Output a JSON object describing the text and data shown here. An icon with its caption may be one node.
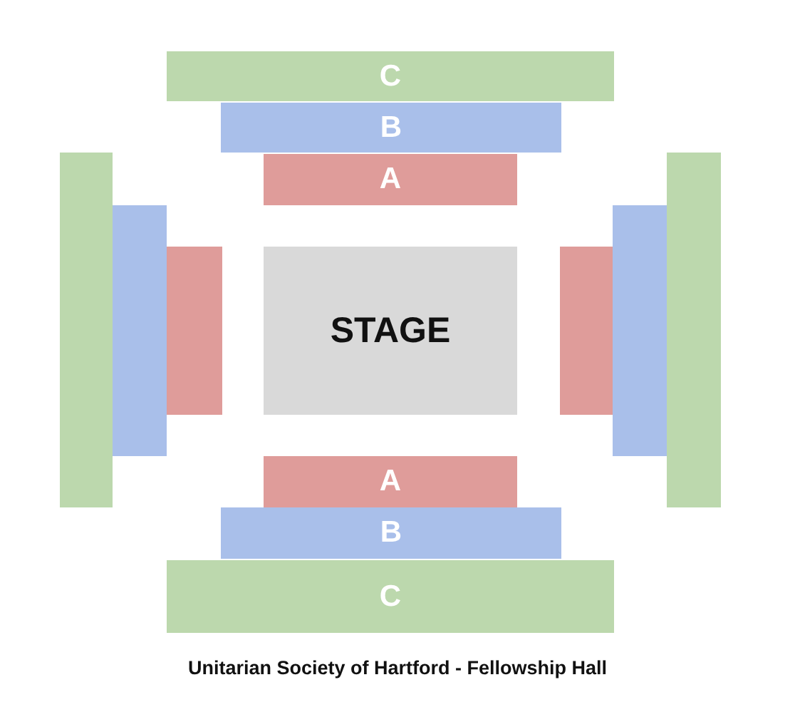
{
  "diagram": {
    "caption": "Unitarian Society of Hartford - Fellowship Hall",
    "nodes": [
      {
        "text": [
          "C"
        ]
      },
      {
        "text": [
          "B"
        ]
      },
      {
        "text": [
          "A"
        ]
      },
      {
        "text": [],
        "shape": "box"
      },
      {
        "text": [],
        "shape": "box"
      },
      {
        "text": [],
        "shape": "box"
      },
      {
        "text": [
          "STAGE"
        ]
      },
      {
        "text": [],
        "shape": "box"
      },
      {
        "text": [],
        "shape": "box"
      },
      {
        "text": [],
        "shape": "box"
      },
      {
        "text": [
          "A"
        ]
      },
      {
        "text": [
          "B"
        ]
      },
      {
        "text": [
          "C"
        ]
      }
    ]
  }
}
